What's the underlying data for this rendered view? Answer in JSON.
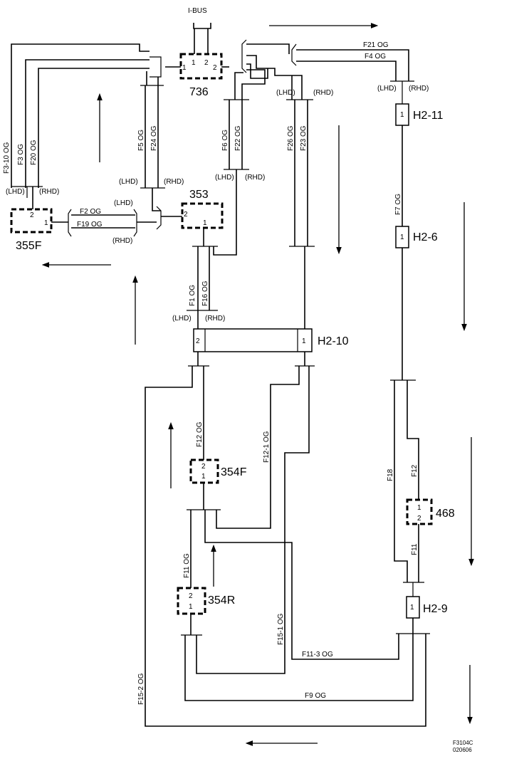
{
  "bus": {
    "label": "I-BUS"
  },
  "components": {
    "c736": {
      "name": "736",
      "pin1": "1",
      "pin2": "2"
    },
    "c353": {
      "name": "353",
      "pin1": "1",
      "pin2": "2"
    },
    "c355F": {
      "name": "355F",
      "pin1": "1",
      "pin2": "2"
    },
    "c354F": {
      "name": "354F",
      "pin1": "1",
      "pin2": "2"
    },
    "c354R": {
      "name": "354R",
      "pin1": "1",
      "pin2": "2"
    },
    "c468": {
      "name": "468",
      "pin1": "1",
      "pin2": "2"
    }
  },
  "connectors": {
    "h2_11": {
      "name": "H2-11",
      "pin": "1"
    },
    "h2_6": {
      "name": "H2-6",
      "pin": "1"
    },
    "h2_10": {
      "name": "H2-10",
      "pin1": "1",
      "pin2": "2"
    },
    "h2_9": {
      "name": "H2-9",
      "pin": "1"
    }
  },
  "variants": {
    "lhd": "(LHD)",
    "rhd": "(RHD)"
  },
  "wires": {
    "f3_10": "F3-10  OG",
    "f3": "F3  OG",
    "f20": "F20  OG",
    "f5": "F5  OG",
    "f24": "F24  OG",
    "f6": "F6  OG",
    "f22": "F22  OG",
    "f26": "F26  OG",
    "f23": "F23  OG",
    "f21": "F21  OG",
    "f4": "F4  OG",
    "f7": "F7  OG",
    "f2": "F2   OG",
    "f19": "F19  OG",
    "f1": "F1  OG",
    "f16": "F16  OG",
    "f12": "F12  OG",
    "f12_1": "F12-1  OG",
    "f11": "F11  OG",
    "f15_1": "F15-1  OG",
    "f15_2": "F15-2  OG",
    "f11_3": "F11-3  OG",
    "f9": "F9   OG",
    "f18": "F18",
    "f12b": "F12",
    "f11b": "F11"
  },
  "footer": {
    "code1": "F3104C",
    "code2": "020606"
  }
}
